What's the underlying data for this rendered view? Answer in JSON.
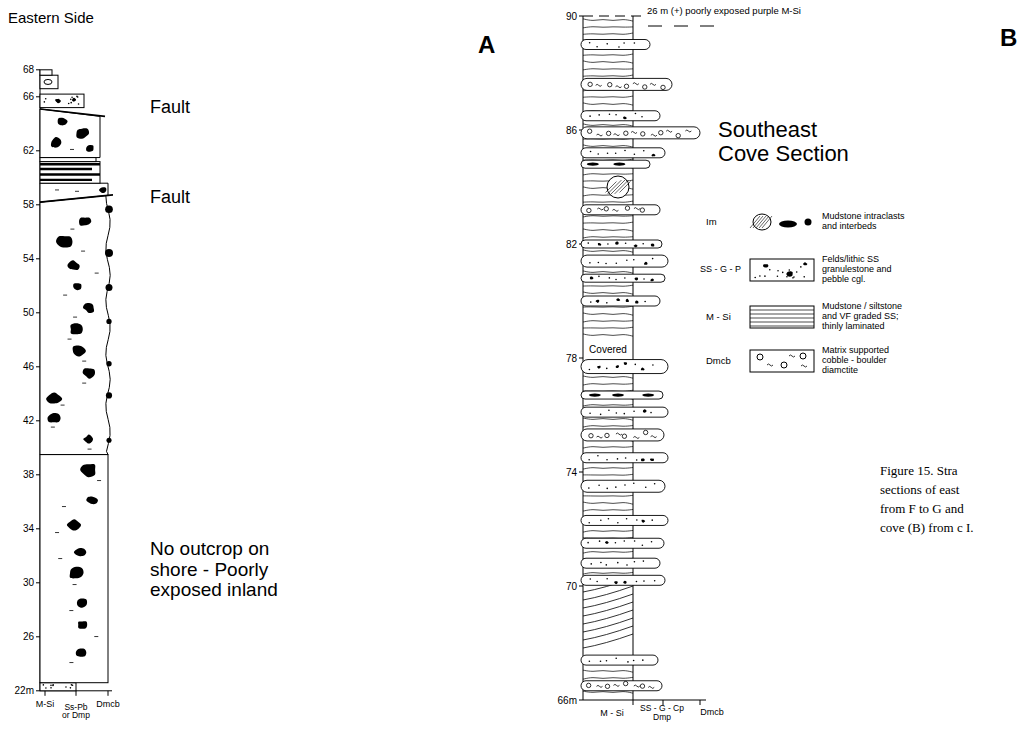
{
  "diagram": {
    "caption": "Figure 15. Stra sections of east from F to G and cove (B) from c I.",
    "labels": [
      "A",
      "Fault",
      "Fault",
      "No outcrop on shore - Poorly exposed inland",
      "68",
      "66",
      "62",
      "58",
      "54",
      "50",
      "46",
      "42",
      "38",
      "34",
      "30",
      "26",
      "22m",
      "M-Si",
      "Ss-Pb or Dmp",
      "Dmcb",
      "Eastern Side",
      "B",
      "Southeast Cove Section",
      "26 m (+) poorly exposed purple M-Si",
      "Covered",
      "90",
      "86",
      "82",
      "78",
      "74",
      "70",
      "66m",
      "M - Si",
      "SS - G - Cp Dmp",
      "Dmcb",
      "Im",
      "SS - G - P",
      "M - Si",
      "Dmcb"
    ],
    "legend": [
      {
        "text": "Mudstone intraclasts and interbeds"
      },
      {
        "text": "Felds/lithic SS granulestone and pebble cgl."
      },
      {
        "text": "Mudstone / siltstone and VF graded SS; thinly laminated"
      },
      {
        "text": "Matrix supported cobble - boulder diamctite"
      }
    ]
  }
}
